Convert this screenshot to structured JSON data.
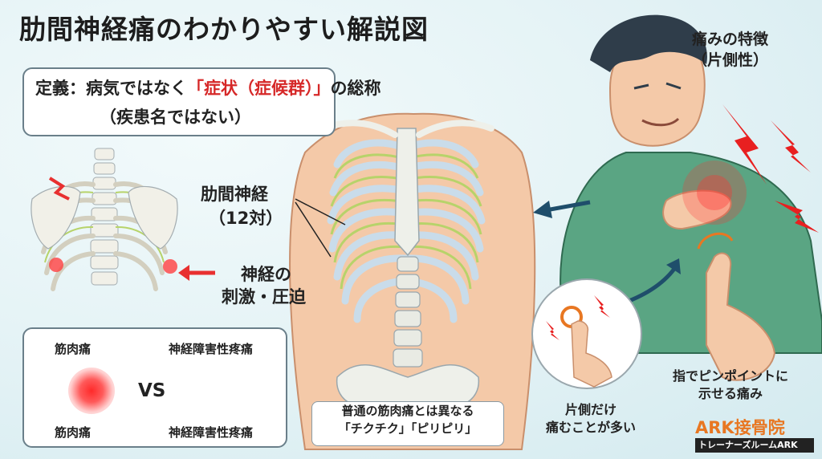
{
  "title": "肋間神経痛のわかりやすい解説図",
  "definition": {
    "prefix": "定義：病気ではなく",
    "highlight": "「症状（症候群）」",
    "suffix": "の総称",
    "note": "（疾患名ではない）"
  },
  "nerve_label": {
    "line1": "肋間神経",
    "line2": "（12対）"
  },
  "compression_label": {
    "line1": "神経の",
    "line2": "刺激・圧迫"
  },
  "comparison": {
    "left_top": "筋肉痛",
    "left_bottom": "筋肉痛",
    "vs": "VS",
    "right_top": "神経障害性疼痛",
    "right_bottom": "神経障害性疼痛"
  },
  "pain_feel": {
    "line1": "普通の筋肉痛とは異なる",
    "line2": "「チクチク」「ピリピリ」"
  },
  "pain_feature": {
    "line1": "痛みの特徴",
    "line2": "（片側性）"
  },
  "pinpoint": {
    "line1": "指でピンポイントに",
    "line2": "示せる痛み"
  },
  "one_side": {
    "line1": "片側だけ",
    "line2": "痛むことが多い"
  },
  "brand": {
    "name": "ARK接骨院",
    "sub": "トレーナーズルームARK"
  },
  "colors": {
    "accent_red": "#d62828",
    "brand_orange": "#e87722",
    "nerve_green": "#b7d36a",
    "shirt_green": "#5aa583",
    "arrow_navy": "#1f4e6b"
  }
}
